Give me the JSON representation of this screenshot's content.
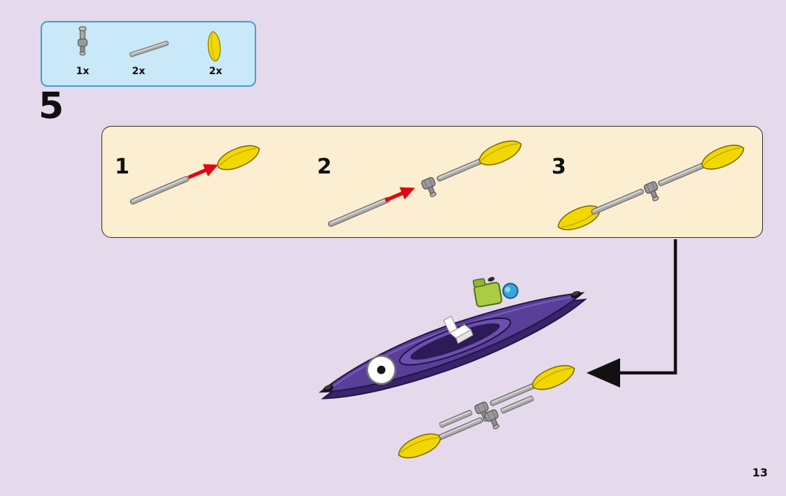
{
  "page": {
    "step_number": "5",
    "page_number": "13"
  },
  "parts_box": {
    "items": [
      {
        "id": "pin-connector",
        "count": "1x"
      },
      {
        "id": "gray-bar",
        "count": "2x"
      },
      {
        "id": "yellow-paddle-blade",
        "count": "2x"
      }
    ]
  },
  "steps_panel": {
    "steps": [
      {
        "label": "1"
      },
      {
        "label": "2"
      },
      {
        "label": "3"
      }
    ]
  },
  "colors": {
    "background": "#e5d9ec",
    "parts_box_bg": "#c9e8f8",
    "parts_box_border": "#3f9fd4",
    "panel_bg": "#fceed0",
    "panel_border": "#2a2a2a",
    "blade_yellow": "#f2d800",
    "bar_gray": "#ababab",
    "kayak_purple": "#5a3f99",
    "kayak_dark_purple": "#38246b",
    "accessory_green": "#a9cc44",
    "accessory_blue": "#34a7dc",
    "arrow_red": "#e30613",
    "arrow_black": "#111111"
  }
}
